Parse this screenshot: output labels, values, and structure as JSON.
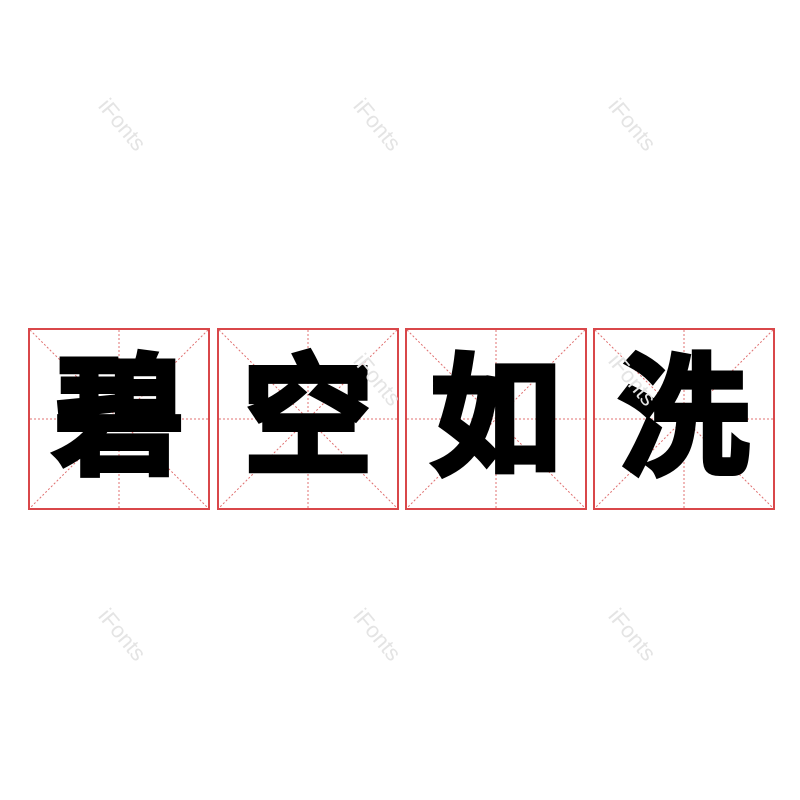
{
  "phrase": {
    "characters": [
      {
        "char": "碧"
      },
      {
        "char": "空"
      },
      {
        "char": "如"
      },
      {
        "char": "洗"
      }
    ]
  },
  "watermark": {
    "text": "iFonts",
    "color": "#e4e4e4"
  },
  "colors": {
    "grid_border": "#d9474a",
    "grid_guides": "#e07070",
    "glyph": "#000000",
    "background": "#ffffff"
  }
}
